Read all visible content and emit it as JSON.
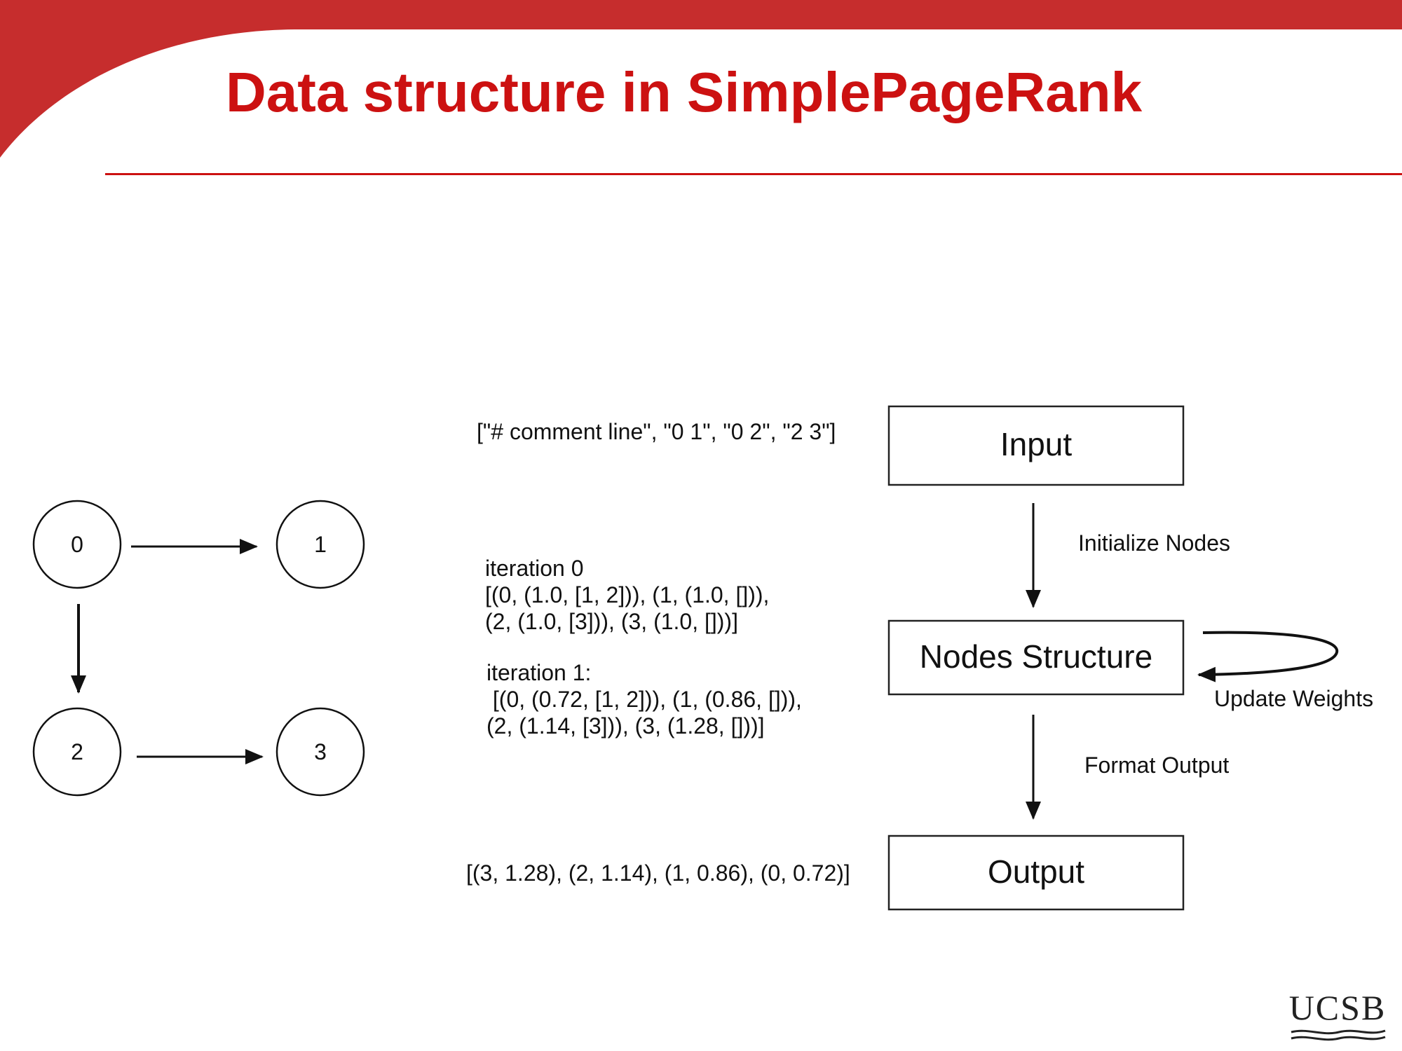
{
  "title": "Data structure in SimplePageRank",
  "colors": {
    "accent": "#cc1111",
    "banner": "#c62d2d"
  },
  "graph": {
    "nodes": [
      "0",
      "1",
      "2",
      "3"
    ],
    "edges": [
      [
        "0",
        "1"
      ],
      [
        "0",
        "2"
      ],
      [
        "2",
        "3"
      ]
    ]
  },
  "annotations": {
    "input_value": "[\"# comment line\", \"0 1\", \"0 2\", \"2 3\"]",
    "iteration0": "iteration 0\n[(0, (1.0, [1, 2])), (1, (1.0, [])),\n(2, (1.0, [3])), (3, (1.0, []))]",
    "iteration1": "iteration 1:\n [(0, (0.72, [1, 2])), (1, (0.86, [])),\n(2, (1.14, [3])), (3, (1.28, []))]",
    "output_value": "[(3, 1.28), (2, 1.14), (1, 0.86), (0, 0.72)]"
  },
  "flow": {
    "boxes": {
      "input": "Input",
      "nodes_structure": "Nodes Structure",
      "output": "Output"
    },
    "edges": {
      "initialize": "Initialize Nodes",
      "update": "Update Weights",
      "format": "Format Output"
    }
  },
  "logo": {
    "text": "UCSB"
  }
}
